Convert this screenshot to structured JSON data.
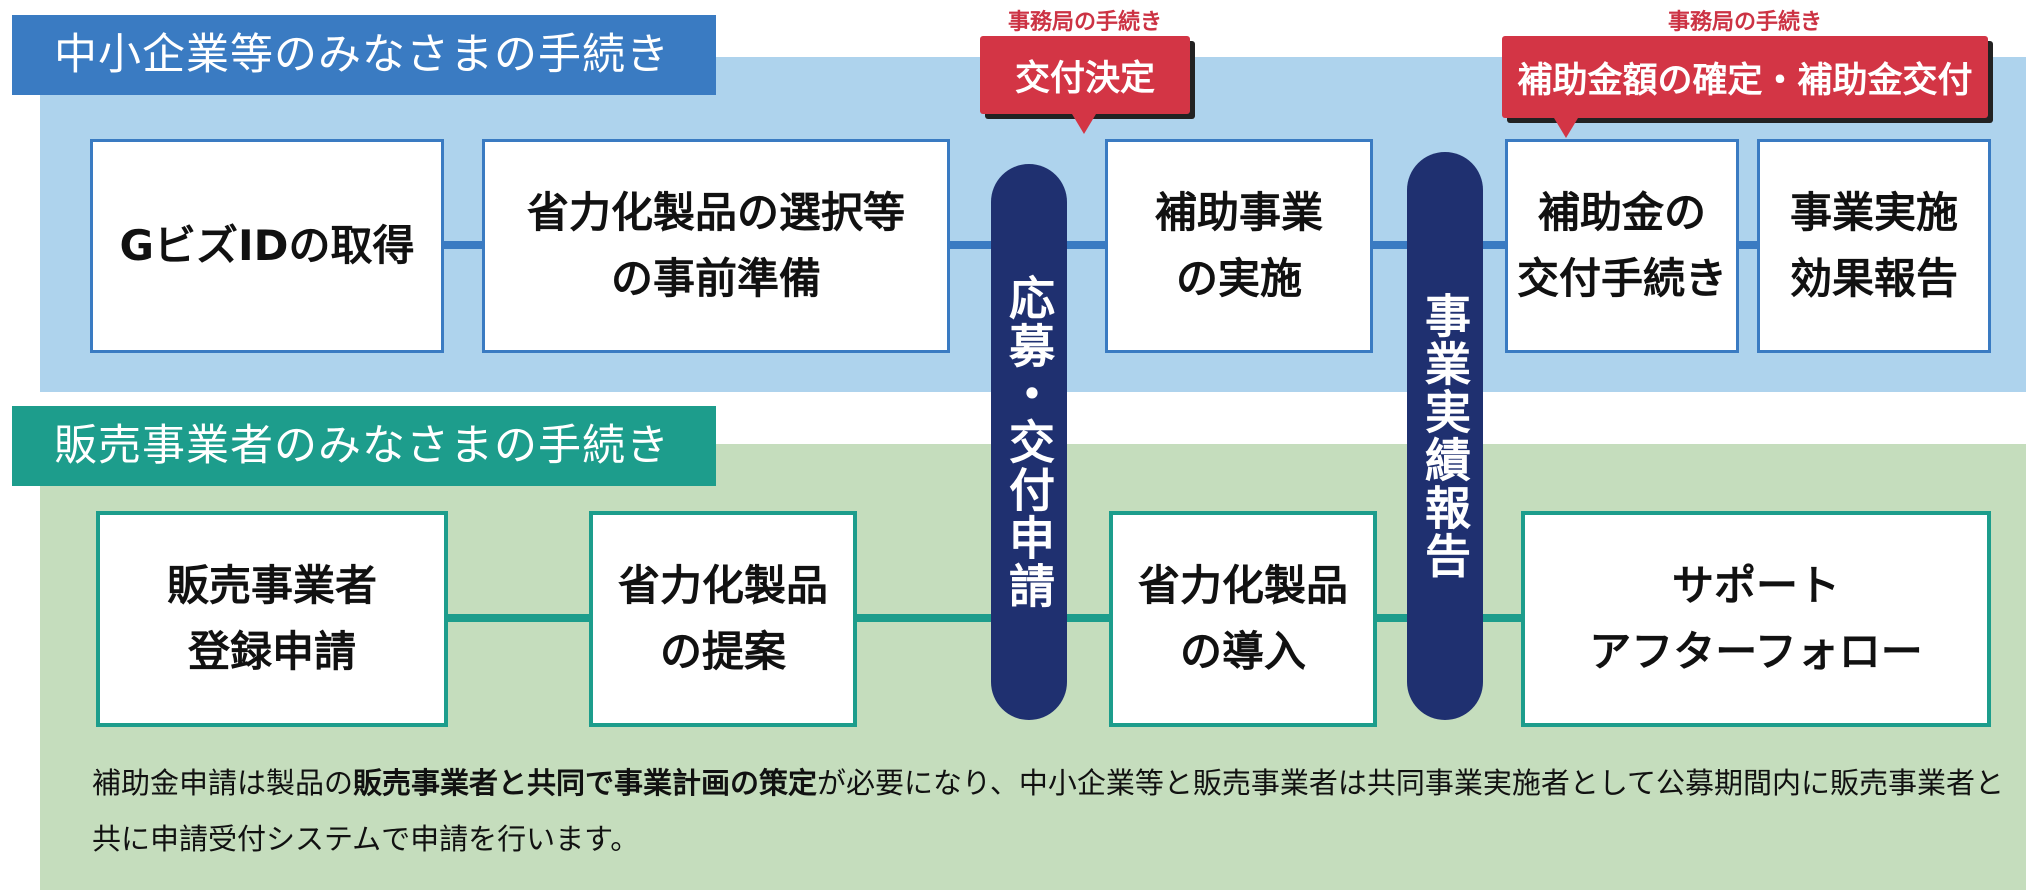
{
  "sme_section": {
    "title": "中小企業等のみなさまの手続き",
    "steps": [
      {
        "label": "GビズIDの取得"
      },
      {
        "label": "省力化製品の選択等\nの事前準備"
      },
      {
        "label": "補助事業\nの実施"
      },
      {
        "label": "補助金の\n交付手続き"
      },
      {
        "label": "事業実施\n効果報告"
      }
    ]
  },
  "vendor_section": {
    "title": "販売事業者のみなさまの手続き",
    "steps": [
      {
        "label": "販売事業者\n登録申請"
      },
      {
        "label": "省力化製品\nの提案"
      },
      {
        "label": "省力化製品\nの導入"
      },
      {
        "label": "サポート\nアフターフォロー"
      }
    ]
  },
  "milestones": [
    {
      "label": "応募・交付申請"
    },
    {
      "label": "事業実績報告"
    }
  ],
  "secretariat": [
    {
      "caption": "事務局の手続き",
      "label": "交付決定"
    },
    {
      "caption": "事務局の手続き",
      "label": "補助金額の確定・補助金交付"
    }
  ],
  "note": {
    "prefix": "補助金申請は製品の",
    "bold": "販売事業者と共同で事業計画の策定",
    "suffix": "が必要になり、中小企業等と販売事業者は共同事業実施者として公募期間内に販売事業者と共に申請受付システムで申請を行います。"
  },
  "colors": {
    "sme_header": "#3a7bc2",
    "sme_panel": "#aed3ed",
    "vendor_header": "#1d9d8c",
    "vendor_panel": "#c5ddbd",
    "milestone_pill": "#1f3070",
    "secretariat_callout": "#d33545"
  }
}
